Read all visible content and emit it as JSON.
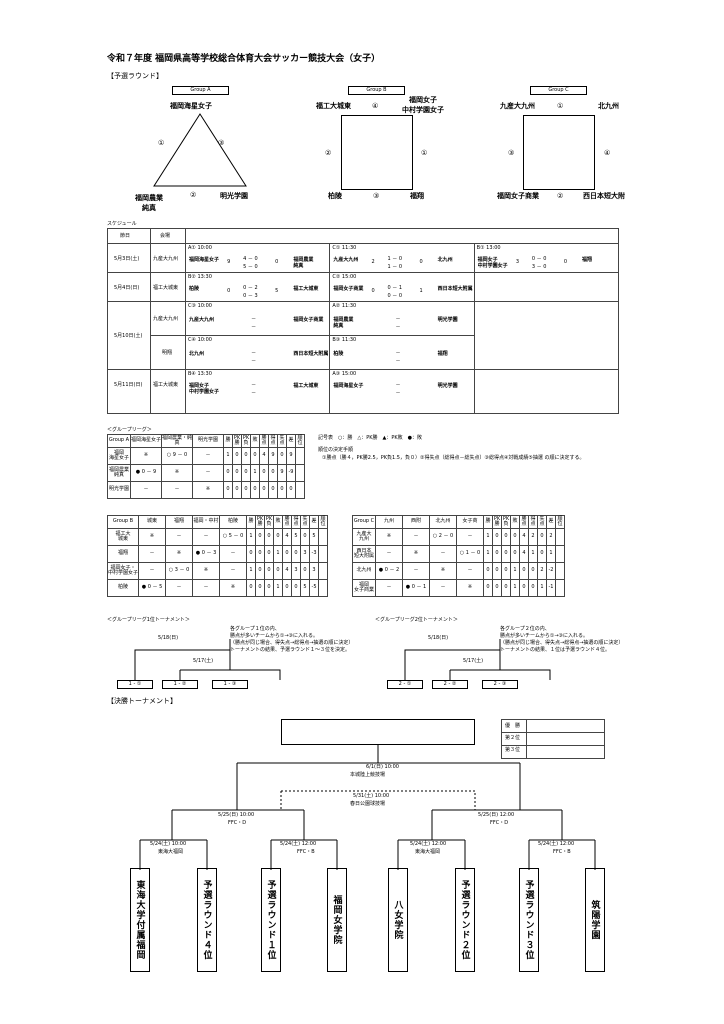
{
  "title": "令和７年度 福岡県高等学校総合体育大会サッカー競技大会（女子）",
  "prelim_heading": "【予選ラウンド】",
  "groups": {
    "a": {
      "label": "Group A",
      "top": "福岡海星女子",
      "left": "福岡農業\n純真",
      "right": "明光学園",
      "n1": "①",
      "n2": "②",
      "n3": "③"
    },
    "b": {
      "label": "Group B",
      "tl": "福工大城東",
      "tr": "福岡女子\n中村学園女子",
      "bl": "柏陵",
      "br": "福翔",
      "n1": "①",
      "n2": "②",
      "n3": "③",
      "n4": "④"
    },
    "c": {
      "label": "Group C",
      "tl": "九産大九州",
      "tr": "北九州",
      "bl": "福岡女子商業",
      "br": "西日本短大附",
      "n1": "①",
      "n2": "②",
      "n3": "③",
      "n4": "④"
    }
  },
  "schedule": {
    "heading": "スケジュール",
    "col_date": "節日",
    "col_venue": "会場",
    "rows": [
      {
        "date": "5月3日(土)",
        "venue": "九産大九州",
        "m": [
          {
            "no": "A① 10:00",
            "home": "福岡海星女子",
            "hs": "9",
            "s1": "4 － 0",
            "s2": "5 － 0",
            "as": "0",
            "away": "福岡農業\n純真"
          },
          {
            "no": "C① 11:30",
            "home": "九産大九州",
            "hs": "2",
            "s1": "1 － 0",
            "s2": "1 － 0",
            "as": "0",
            "away": "北九州"
          },
          {
            "no": "B① 13:00",
            "home": "福岡女子\n中村学園女子",
            "hs": "3",
            "s1": "0 － 0",
            "s2": "3 － 0",
            "as": "0",
            "away": "福翔"
          }
        ]
      },
      {
        "date": "5月4日(日)",
        "venue": "福工大城東",
        "m": [
          {
            "no": "B② 13:30",
            "home": "柏陵",
            "hs": "0",
            "s1": "0 － 2",
            "s2": "0 － 3",
            "as": "5",
            "away": "福工大城東"
          },
          {
            "no": "C② 15:00",
            "home": "福岡女子商業",
            "hs": "0",
            "s1": "0 － 1",
            "s2": "0 － 0",
            "as": "1",
            "away": "西日本短大附属"
          }
        ]
      },
      {
        "date": "5月10日(土)",
        "venue": "九産大九州",
        "venue2": "明翔",
        "m": [
          {
            "no": "C③ 10:00",
            "home": "九産大九州",
            "away": "福岡女子商業"
          },
          {
            "no": "A② 11:30",
            "home": "福岡農業\n純真",
            "away": "明光学園"
          },
          {
            "no": "C④ 10:00",
            "home": "北九州",
            "away": "西日本短大附属"
          },
          {
            "no": "B③ 11:30",
            "home": "柏陵",
            "away": "福翔"
          }
        ]
      },
      {
        "date": "5月11日(日)",
        "venue": "福工大城東",
        "m": [
          {
            "no": "B④ 13:30",
            "home": "福岡女子\n中村学園女子",
            "away": "福工大城東"
          },
          {
            "no": "A③ 15:00",
            "home": "福岡海星女子",
            "away": "明光学園"
          }
        ]
      }
    ],
    "dash": "－"
  },
  "league": {
    "heading": "＜グループリーグ＞",
    "legend": "記号表　○：勝　△：PK勝　▲：PK敗　●：敗",
    "rank_title": "順位の決定手順",
    "rank_rule": "①勝点（勝４，PK勝2.5，PK負1.5，負０）②得失点（総得点－総失点）③総得点④対戦成績⑤抽選 の順に決定する。",
    "stat_headers": [
      "勝",
      "PK勝",
      "PK負",
      "敗",
      "勝点",
      "得点",
      "失点",
      "差",
      "順位"
    ],
    "a": {
      "label": "Group A",
      "cols": [
        "福岡海星女子",
        "福岡農業・純真",
        "明光学園"
      ],
      "rows": [
        {
          "name": "福岡\n海星女子",
          "c": [
            "※",
            "○ 9 － 0",
            "－"
          ],
          "s": [
            "1",
            "0",
            "0",
            "0",
            "4",
            "9",
            "0",
            "9",
            ""
          ]
        },
        {
          "name": "福岡農業\n純真",
          "c": [
            "● 0 － 9",
            "※",
            "－"
          ],
          "s": [
            "0",
            "0",
            "0",
            "1",
            "0",
            "0",
            "9",
            "-9",
            ""
          ]
        },
        {
          "name": "明光学園",
          "c": [
            "－",
            "－",
            "※"
          ],
          "s": [
            "0",
            "0",
            "0",
            "0",
            "0",
            "0",
            "0",
            "0",
            ""
          ]
        }
      ]
    },
    "b": {
      "label": "Group B",
      "cols": [
        "城東",
        "福翔",
        "福岡・中村",
        "柏陵"
      ],
      "rows": [
        {
          "name": "福工大\n城東",
          "c": [
            "※",
            "－",
            "－",
            "○ 5 － 0"
          ],
          "s": [
            "1",
            "0",
            "0",
            "0",
            "4",
            "5",
            "0",
            "5",
            ""
          ]
        },
        {
          "name": "福翔",
          "c": [
            "－",
            "※",
            "● 0 － 3",
            "－"
          ],
          "s": [
            "0",
            "0",
            "0",
            "1",
            "0",
            "0",
            "3",
            "-3",
            ""
          ]
        },
        {
          "name": "福岡女子・\n中村学園女子",
          "c": [
            "－",
            "○ 3 － 0",
            "※",
            "－"
          ],
          "s": [
            "1",
            "0",
            "0",
            "0",
            "4",
            "3",
            "0",
            "3",
            ""
          ]
        },
        {
          "name": "柏陵",
          "c": [
            "● 0 － 5",
            "－",
            "－",
            "※"
          ],
          "s": [
            "0",
            "0",
            "0",
            "1",
            "0",
            "0",
            "5",
            "-5",
            ""
          ]
        }
      ]
    },
    "c": {
      "label": "Group C",
      "cols": [
        "九州",
        "西附",
        "北九州",
        "女子商"
      ],
      "rows": [
        {
          "name": "九産大\n九州",
          "c": [
            "※",
            "－",
            "○ 2 － 0",
            "－"
          ],
          "s": [
            "1",
            "0",
            "0",
            "0",
            "4",
            "2",
            "0",
            "2",
            ""
          ]
        },
        {
          "name": "西日本\n短大附属",
          "c": [
            "－",
            "※",
            "－",
            "○ 1 － 0"
          ],
          "s": [
            "1",
            "0",
            "0",
            "0",
            "4",
            "1",
            "0",
            "1",
            ""
          ]
        },
        {
          "name": "北九州",
          "c": [
            "● 0 － 2",
            "－",
            "※",
            "－"
          ],
          "s": [
            "0",
            "0",
            "0",
            "1",
            "0",
            "0",
            "2",
            "-2",
            ""
          ]
        },
        {
          "name": "福岡\n女子商業",
          "c": [
            "－",
            "● 0 － 1",
            "－",
            "※"
          ],
          "s": [
            "0",
            "0",
            "0",
            "1",
            "0",
            "0",
            "1",
            "-1",
            ""
          ]
        }
      ]
    }
  },
  "rank_tourney": {
    "left": {
      "heading": "＜グループリーグ1位トーナメント＞",
      "d1": "5/18(日)",
      "d2": "5/17(土)",
      "s1": "1 - ①",
      "s2": "1 - ②",
      "s3": "1 - ③",
      "note": "各グループ１位の内、\n勝点が多いチームから①→③に入れる。\n（勝点が同じ場合、得失点→総得点→抽選の順に決定）\nトーナメントの結果、予選ラウンド１～３位を決定。"
    },
    "right": {
      "heading": "＜グループリーグ2位トーナメント＞",
      "d1": "5/18(日)",
      "d2": "5/17(土)",
      "s1": "2 - ①",
      "s2": "2 - ②",
      "s3": "2 - ③",
      "note": "各グループ２位の内、\n勝点が多いチームから①→③に入れる。\n（勝点が同じ場合、得失点→総得点→抽選の順に決定）\nトーナメントの結果、１位は予選ラウンド４位。"
    }
  },
  "final": {
    "heading": "【決勝トーナメント】",
    "results": [
      "優　勝",
      "第２位",
      "第３位"
    ],
    "f_date": "6/1(日) 10:00",
    "f_venue": "本城陸上競技場",
    "s_date": "5/31(土) 10:00",
    "s_venue": "春日公園球技場",
    "q_left_date": "5/25(日) 10:00",
    "q_left_venue": "FFC・D",
    "q_right_date": "5/25(日) 12:00",
    "q_right_venue": "FFC・D",
    "r1": [
      {
        "date": "5/24(土) 10:00",
        "venue": "東海大福岡"
      },
      {
        "date": "5/24(土) 12:00",
        "venue": "FFC・B"
      },
      {
        "date": "5/24(土) 12:00",
        "venue": "東海大福岡"
      },
      {
        "date": "5/24(土) 12:00",
        "venue": "FFC・B"
      }
    ],
    "teams": [
      "東海大学付属福岡",
      "予選ラウンド４位",
      "予選ラウンド１位",
      "福岡女学院",
      "八女学院",
      "予選ラウンド２位",
      "予選ラウンド３位",
      "筑陽学園"
    ]
  }
}
